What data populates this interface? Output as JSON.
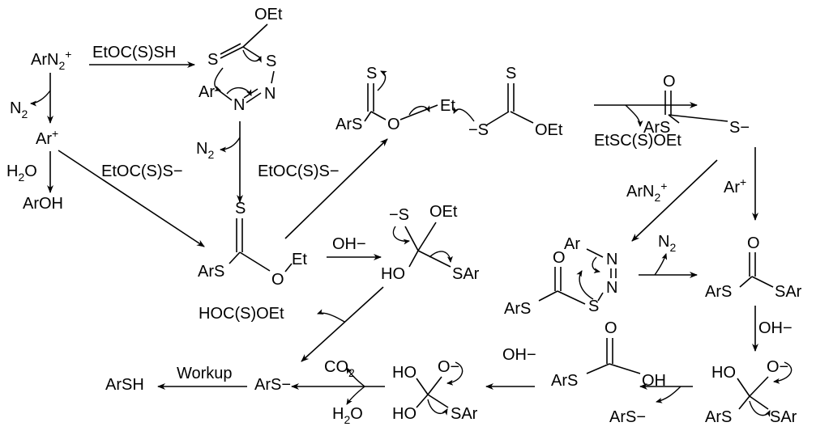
{
  "reagents": {
    "xanthic_acid": "EtOC(S)SH",
    "xanthate_1": "EtOC(S)S−",
    "xanthate_2": "EtOC(S)S−",
    "hydroxide_1": "OH−",
    "hydroxide_2": "OH−",
    "hydroxide_3": "OH−",
    "workup": "Workup",
    "byproduct_ester": "EtSC(S)OEt",
    "byproduct_acid": "HOC(S)OEt",
    "water": "H",
    "water_sub": "2",
    "water_o": "O",
    "water2": "H",
    "water2_sub": "2",
    "water2_o": "O",
    "co2": "CO",
    "co2_sub": "2",
    "n2_a": "N",
    "n2_a_sub": "2",
    "n2_b": "N",
    "n2_b_sub": "2",
    "n2_c": "N",
    "n2_c_sub": "2",
    "arn2_b": "ArN",
    "arn2_b_sub": "2",
    "arn2_b_sup": "+",
    "ar_plus_b": "Ar",
    "ar_plus_b_sup": "+"
  },
  "species": {
    "diazonium": {
      "main": "ArN",
      "sub": "2",
      "sup": "+"
    },
    "aryl_cation": {
      "main": "Ar",
      "sup": "+"
    },
    "phenol": "ArOH",
    "cyclic_ts": {
      "oet": "OEt",
      "s1": "S",
      "s2": "S",
      "ar": "Ar",
      "n1": "N",
      "n2": "N"
    },
    "aryl_xanthate": {
      "s": "S",
      "ars": "ArS",
      "o": "O",
      "et": "Et"
    },
    "sn2_pair": {
      "s1": "S",
      "ars": "ArS",
      "o": "O",
      "et": "Et",
      "s_minus": "−S",
      "s2": "S",
      "oet": "OEt"
    },
    "thiocarbonate_anion": {
      "o": "O",
      "ars": "ArS",
      "s_minus": "S−"
    },
    "tetrahedral_1": {
      "s_minus": "−S",
      "oet": "OEt",
      "ho": "HO",
      "sar": "SAr"
    },
    "diazo_thioester": {
      "ar": "Ar",
      "n1": "N",
      "n2": "N",
      "o": "O",
      "ars": "ArS",
      "s": "S"
    },
    "dithiocarbonate": {
      "o": "O",
      "ars": "ArS",
      "sar": "SAr"
    },
    "tetrahedral_2": {
      "ho": "HO",
      "o_minus": "O−",
      "ars": "ArS",
      "sar": "SAr"
    },
    "thiocarbonic_acid": {
      "o": "O",
      "ars": "ArS",
      "oh": "OH"
    },
    "arylthiolate_leaving": "ArS−",
    "tetrahedral_3": {
      "ho1": "HO",
      "o_minus": "O−",
      "ho2": "HO",
      "sar": "SAr"
    },
    "thiolate": "ArS−",
    "thiol": "ArSH"
  }
}
